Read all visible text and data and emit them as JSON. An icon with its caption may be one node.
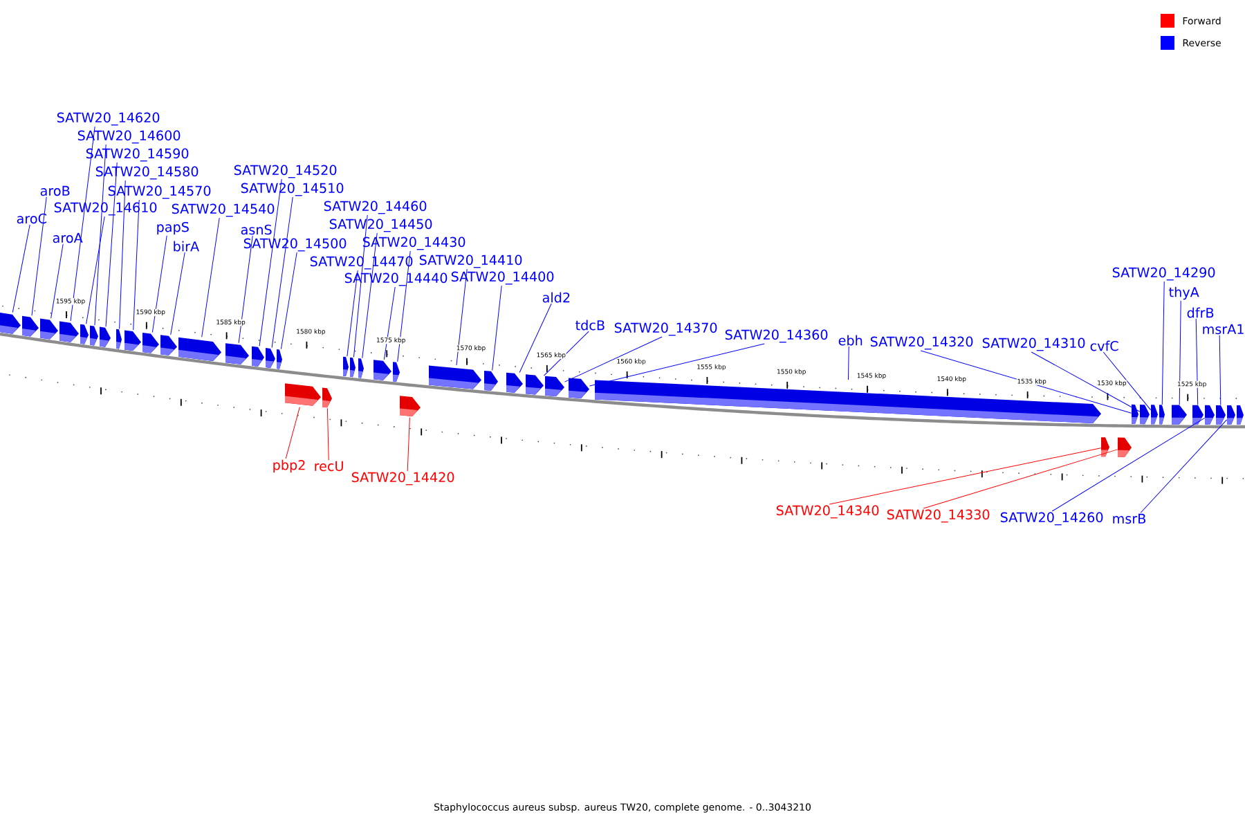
{
  "diagram": {
    "caption": "Staphylococcus aureus subsp. aureus TW20, complete genome. - 0..3043210",
    "nodes": [
      {
        "text": [
          "aroC"
        ]
      },
      {
        "text": [
          "aroB"
        ]
      },
      {
        "text": [
          "aroA"
        ]
      },
      {
        "text": [
          "SATW20_14620"
        ]
      },
      {
        "text": [
          "SATW20_14600"
        ]
      },
      {
        "text": [
          "SATW20_14590"
        ]
      },
      {
        "text": [
          "SATW20_14580"
        ]
      },
      {
        "text": [
          "SATW20_14570"
        ]
      },
      {
        "text": [
          "SATW20_14610"
        ]
      },
      {
        "text": [
          "SATW20_14540"
        ]
      },
      {
        "text": [
          "papS"
        ]
      },
      {
        "text": [
          "birA"
        ]
      },
      {
        "text": [
          "SATW20_14520"
        ]
      },
      {
        "text": [
          "SATW20_14510"
        ]
      },
      {
        "text": [
          "asnS"
        ]
      },
      {
        "text": [
          "SATW20_14500"
        ]
      },
      {
        "text": [
          "SATW20_14470"
        ]
      },
      {
        "text": [
          "SATW20_14460"
        ]
      },
      {
        "text": [
          "SATW20_14450"
        ]
      },
      {
        "text": [
          "SATW20_14440"
        ]
      },
      {
        "text": [
          "SATW20_14430"
        ]
      },
      {
        "text": [
          "SATW20_14410"
        ]
      },
      {
        "text": [
          "SATW20_14400"
        ]
      },
      {
        "text": [
          "ald2"
        ]
      },
      {
        "text": [
          "tdcB"
        ]
      },
      {
        "text": [
          "SATW20_14370"
        ]
      },
      {
        "text": [
          "SATW20_14360"
        ]
      },
      {
        "text": [
          "ebh"
        ]
      },
      {
        "text": [
          "SATW20_14320"
        ]
      },
      {
        "text": [
          "SATW20_14310"
        ]
      },
      {
        "text": [
          "cvfC"
        ]
      },
      {
        "text": [
          "SATW20_14290"
        ]
      },
      {
        "text": [
          "thyA"
        ]
      },
      {
        "text": [
          "dfrB"
        ]
      },
      {
        "text": [
          "msrA1"
        ]
      },
      {
        "text": [
          "pbp2"
        ]
      },
      {
        "text": [
          "recU"
        ]
      },
      {
        "text": [
          "SATW20_14420"
        ]
      },
      {
        "text": [
          "SATW20_14340"
        ]
      },
      {
        "text": [
          "SATW20_14330"
        ]
      },
      {
        "text": [
          "SATW20_14260"
        ]
      },
      {
        "text": [
          "msrB"
        ]
      },
      {
        "text": [],
        "shape": "bar"
      },
      {
        "text": [],
        "shape": "bar"
      },
      {
        "text": [],
        "shape": "bar"
      },
      {
        "text": [],
        "shape": "bar"
      },
      {
        "text": [],
        "shape": "bar"
      },
      {
        "text": [],
        "shape": "bar"
      },
      {
        "text": [],
        "shape": "bar"
      },
      {
        "text": [],
        "shape": "bar"
      },
      {
        "text": [],
        "shape": "bar"
      },
      {
        "text": [],
        "shape": "bar"
      },
      {
        "text": [],
        "shape": "bar"
      },
      {
        "text": [],
        "shape": "bar"
      },
      {
        "text": [],
        "shape": "bar"
      },
      {
        "text": [],
        "shape": "bar"
      },
      {
        "text": [],
        "shape": "bar"
      },
      {
        "text": [],
        "shape": "bar"
      },
      {
        "text": [],
        "shape": "bar"
      },
      {
        "text": [],
        "shape": "bar"
      },
      {
        "text": [],
        "shape": "bar"
      },
      {
        "text": [],
        "shape": "bar"
      },
      {
        "text": [],
        "shape": "bar"
      },
      {
        "text": [],
        "shape": "bar"
      },
      {
        "text": [],
        "shape": "bar"
      },
      {
        "text": [],
        "shape": "bar"
      },
      {
        "text": [],
        "shape": "bar"
      },
      {
        "text": [],
        "shape": "bar"
      },
      {
        "text": [],
        "shape": "bar"
      },
      {
        "text": [],
        "shape": "bar"
      },
      {
        "text": [],
        "shape": "bar"
      },
      {
        "text": [],
        "shape": "bar"
      },
      {
        "text": [],
        "shape": "bar"
      },
      {
        "text": [],
        "shape": "bar"
      },
      {
        "text": [],
        "shape": "bar"
      },
      {
        "text": [],
        "shape": "bar"
      },
      {
        "text": [],
        "shape": "bar"
      },
      {
        "text": [],
        "shape": "bar"
      },
      {
        "text": [],
        "shape": "bar"
      },
      {
        "text": [],
        "shape": "bar"
      },
      {
        "text": [],
        "shape": "bar"
      },
      {
        "text": [],
        "shape": "bar"
      },
      {
        "text": [],
        "shape": "bar"
      },
      {
        "text": [],
        "shape": "bar"
      },
      {
        "text": [],
        "shape": "bar"
      }
    ],
    "edges": [
      {
        "from": 0,
        "to": 42,
        "arrow": "none"
      },
      {
        "from": 1,
        "to": 43,
        "arrow": "none"
      },
      {
        "from": 2,
        "to": 44,
        "arrow": "none"
      },
      {
        "from": 3,
        "to": 45,
        "arrow": "none"
      },
      {
        "from": 4,
        "to": 47,
        "arrow": "none"
      },
      {
        "from": 5,
        "to": 48,
        "arrow": "none"
      },
      {
        "from": 6,
        "to": 49,
        "arrow": "none"
      },
      {
        "from": 7,
        "to": 50,
        "arrow": "none"
      },
      {
        "from": 8,
        "to": 46,
        "arrow": "none"
      },
      {
        "from": 9,
        "to": 53,
        "arrow": "none"
      },
      {
        "from": 10,
        "to": 51,
        "arrow": "none"
      },
      {
        "from": 11,
        "to": 52,
        "arrow": "none"
      },
      {
        "from": 12,
        "to": 55,
        "arrow": "none"
      },
      {
        "from": 13,
        "to": 56,
        "arrow": "none"
      },
      {
        "from": 14,
        "to": 54,
        "arrow": "none"
      },
      {
        "from": 15,
        "to": 57,
        "arrow": "none"
      },
      {
        "from": 16,
        "to": 58,
        "arrow": "none"
      },
      {
        "from": 17,
        "to": 59,
        "arrow": "none"
      },
      {
        "from": 18,
        "to": 60,
        "arrow": "none"
      },
      {
        "from": 19,
        "to": 61,
        "arrow": "none"
      },
      {
        "from": 20,
        "to": 62,
        "arrow": "none"
      },
      {
        "from": 21,
        "to": 63,
        "arrow": "none"
      },
      {
        "from": 22,
        "to": 64,
        "arrow": "none"
      },
      {
        "from": 23,
        "to": 65,
        "arrow": "none"
      },
      {
        "from": 24,
        "to": 66,
        "arrow": "none"
      },
      {
        "from": 25,
        "to": 67,
        "arrow": "none"
      },
      {
        "from": 26,
        "to": 68,
        "arrow": "none"
      },
      {
        "from": 27,
        "to": 69,
        "arrow": "none"
      },
      {
        "from": 28,
        "to": 70,
        "arrow": "none"
      },
      {
        "from": 29,
        "to": 71,
        "arrow": "none"
      },
      {
        "from": 30,
        "to": 72,
        "arrow": "none"
      },
      {
        "from": 31,
        "to": 73,
        "arrow": "none"
      },
      {
        "from": 32,
        "to": 74,
        "arrow": "none"
      },
      {
        "from": 33,
        "to": 75,
        "arrow": "none"
      },
      {
        "from": 34,
        "to": 77,
        "arrow": "none"
      },
      {
        "from": 35,
        "to": 80,
        "arrow": "none",
        "color": "#ff0000"
      },
      {
        "from": 36,
        "to": 81,
        "arrow": "none",
        "color": "#ff0000"
      },
      {
        "from": 37,
        "to": 82,
        "arrow": "none",
        "color": "#ff0000"
      },
      {
        "from": 38,
        "to": 83,
        "arrow": "none",
        "color": "#ff0000"
      },
      {
        "from": 39,
        "to": 84,
        "arrow": "none",
        "color": "#ff0000"
      },
      {
        "from": 40,
        "to": 76,
        "arrow": "none"
      },
      {
        "from": 41,
        "to": 78,
        "arrow": "none"
      }
    ],
    "labels": [
      "1595 kbp",
      "1590 kbp",
      "1585 kbp",
      "1580 kbp",
      "1575 kbp",
      "1570 kbp",
      "1565 kbp",
      "1560 kbp",
      "1555 kbp",
      "1550 kbp",
      "1545 kbp",
      "1540 kbp",
      "1535 kbp",
      "1530 kbp",
      "1525 kbp"
    ],
    "legend": [
      {
        "text": "Forward",
        "color": "#ff0000"
      },
      {
        "text": "Reverse",
        "color": "#0000ff"
      }
    ]
  }
}
